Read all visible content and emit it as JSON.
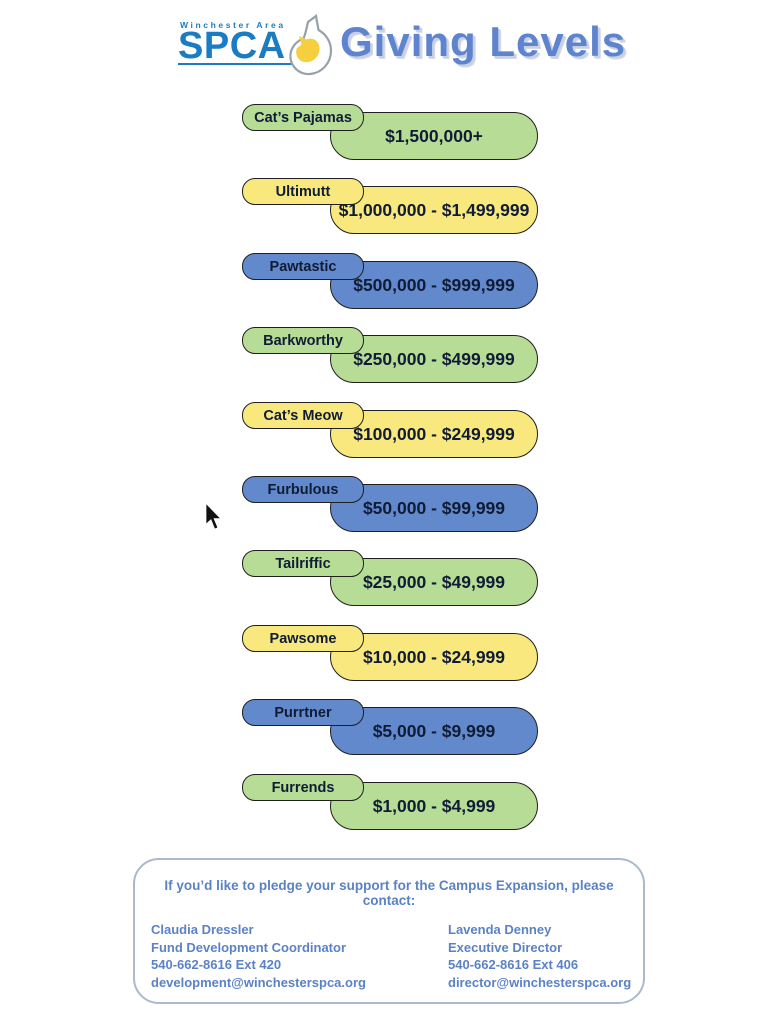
{
  "header": {
    "logo": {
      "area_text": "Winchester Area",
      "org_text": "SPCA"
    },
    "title": "Giving Levels"
  },
  "levels": [
    {
      "name": "Cat’s Pajamas",
      "range": "$1,500,000+",
      "color": "green"
    },
    {
      "name": "Ultimutt",
      "range": "$1,000,000 - $1,499,999",
      "color": "yellow"
    },
    {
      "name": "Pawtastic",
      "range": "$500,000 - $999,999",
      "color": "blue"
    },
    {
      "name": "Barkworthy",
      "range": "$250,000 - $499,999",
      "color": "green"
    },
    {
      "name": "Cat’s Meow",
      "range": "$100,000 - $249,999",
      "color": "yellow"
    },
    {
      "name": "Furbulous",
      "range": "$50,000 - $99,999",
      "color": "blue"
    },
    {
      "name": "Tailriffic",
      "range": "$25,000 - $49,999",
      "color": "green"
    },
    {
      "name": "Pawsome",
      "range": "$10,000 - $24,999",
      "color": "yellow"
    },
    {
      "name": "Purrtner",
      "range": "$5,000 - $9,999",
      "color": "blue"
    },
    {
      "name": "Furrends",
      "range": "$1,000 - $4,999",
      "color": "green"
    }
  ],
  "contact": {
    "intro": "If you’d like to pledge your support for the Campus Expansion, please contact:",
    "people": [
      {
        "name": "Claudia Dressler",
        "role": "Fund Development Coordinator",
        "phone": "540-662-8616 Ext 420",
        "email": "development@winchesterspca.org"
      },
      {
        "name": "Lavenda Denney",
        "role": "Executive Director",
        "phone": "540-662-8616 Ext 406",
        "email": "director@winchesterspca.org"
      }
    ]
  },
  "palette": {
    "green": "#b7dc96",
    "yellow": "#f8e87e",
    "blue": "#6289cc",
    "title_blue": "#5f84ce",
    "logo_blue": "#1b7cc4",
    "contact_text": "#5b82c5",
    "contact_border": "#aab9cf",
    "pill_border": "#1f1f1f",
    "pill_text": "#101c36",
    "cat_yellow": "#f6cf3e",
    "dog_outline": "#97a1ac"
  }
}
